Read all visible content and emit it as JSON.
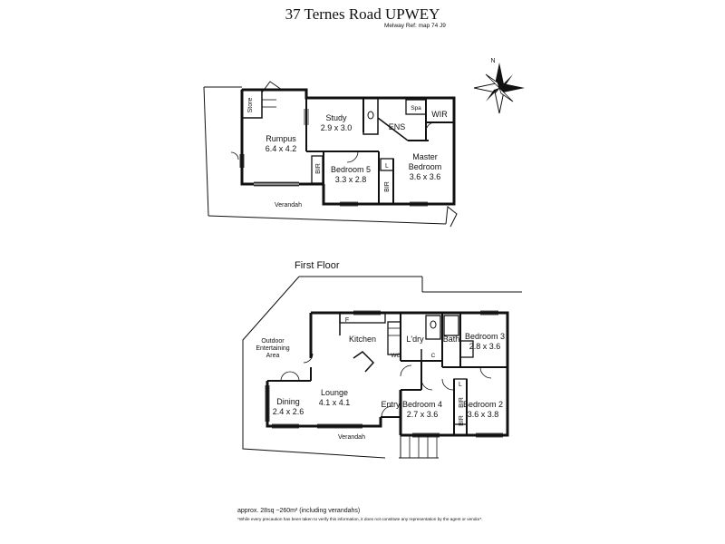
{
  "header": {
    "title": "37 Ternes Road UPWEY",
    "melway_ref": "Melway Ref: map 74 J9"
  },
  "compass": {
    "north_label": "N"
  },
  "upper_floor": {
    "store": "Store",
    "rumpus": {
      "name": "Rumpus",
      "size": "6.4 x 4.2"
    },
    "study": {
      "name": "Study",
      "size": "2.9 x 3.0"
    },
    "ens": "ENS",
    "spa": "Spa",
    "wir": "WIR",
    "master": {
      "name": "Master",
      "name2": "Bedroom",
      "size": "3.6 x 3.6"
    },
    "bedroom5": {
      "name": "Bedroom 5",
      "size": "3.3 x 2.8"
    },
    "bir_a": "BIR",
    "bir_b": "BIR",
    "linen": "L",
    "verandah": "Verandah"
  },
  "first_floor": {
    "label": "First Floor",
    "outdoor": {
      "line1": "Outdoor",
      "line2": "Entertaining",
      "line3": "Area"
    },
    "fridge": "F",
    "kitchen": "Kitchen",
    "ldry": "L'dry",
    "bath": "Bath",
    "wo": "WO",
    "cupboard": "C",
    "bedroom3": {
      "name": "Bedroom 3",
      "size": "2.8 x 3.6"
    },
    "linen": "L",
    "bir_a": "BIR",
    "bir_b": "BIR",
    "dining": {
      "name": "Dining",
      "size": "2.4 x 2.6"
    },
    "lounge": {
      "name": "Lounge",
      "size": "4.1 x 4.1"
    },
    "entry": "Entry",
    "bedroom4": {
      "name": "Bedroom 4",
      "size": "2.7 x 3.6"
    },
    "bedroom2": {
      "name": "Bedroom 2",
      "size": "3.6 x 3.8"
    },
    "verandah": "Verandah"
  },
  "footer": {
    "area": "approx. 28sq ~260m² (including verandahs)",
    "disclaimer": "*While every precaution has been taken to verify this information, it does not constitute any representation by the agent or vendor*."
  }
}
